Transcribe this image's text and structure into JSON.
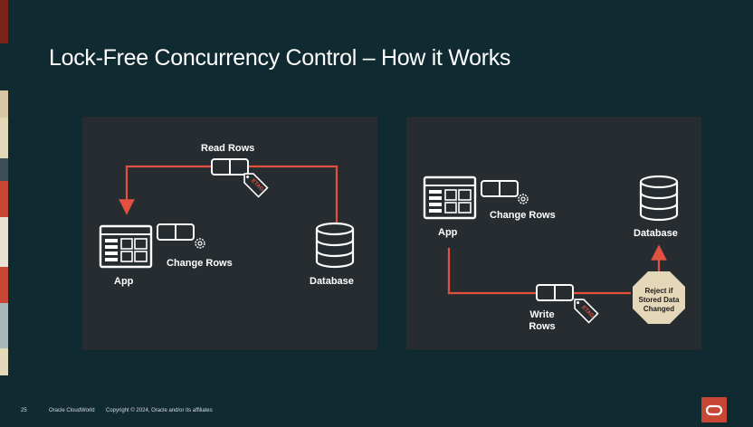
{
  "slide": {
    "title": "Lock-Free Concurrency Control – How it Works"
  },
  "left_panel": {
    "read_rows": "Read Rows",
    "etag": "ETAG",
    "change_rows": "Change Rows",
    "app": "App",
    "database": "Database"
  },
  "right_panel": {
    "change_rows": "Change Rows",
    "app": "App",
    "database": "Database",
    "write": "Write",
    "rows": "Rows",
    "etag": "ETAG",
    "reject_1": "Reject if",
    "reject_2": "Stored Data",
    "reject_3": "Changed"
  },
  "footer": {
    "page": "25",
    "event": "Oracle CloudWorld",
    "copyright": "Copyright © 2024, Oracle and/or its affiliates"
  },
  "colors": {
    "background": "#0f2a30",
    "panel": "#262c2f",
    "arrow": "#e2513f",
    "reject_badge": "#e5d8b8",
    "logo": "#c74634"
  },
  "icons": [
    "app-window-icon",
    "rows-icon",
    "gear-icon",
    "etag-tag-icon",
    "database-icon"
  ]
}
